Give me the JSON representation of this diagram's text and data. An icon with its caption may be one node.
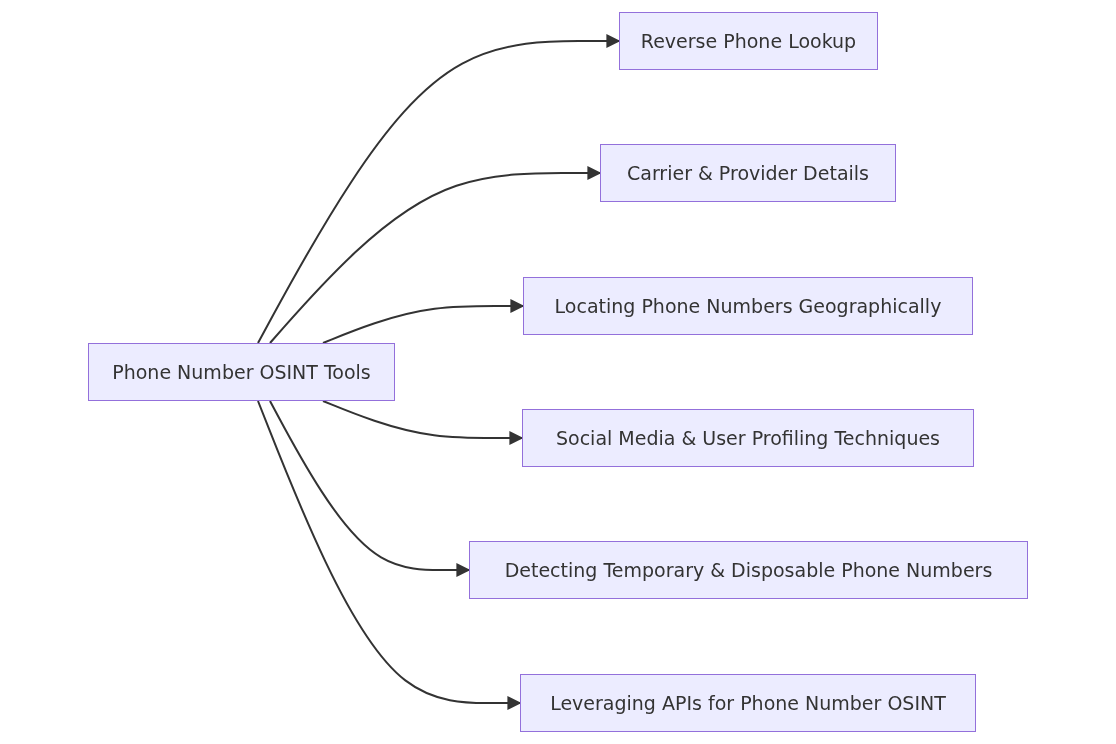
{
  "diagram": {
    "nodes": [
      {
        "text": [
          "Phone Number OSINT Tools"
        ]
      },
      {
        "text": [
          "Reverse Phone Lookup"
        ]
      },
      {
        "text": [
          "Carrier & Provider Details"
        ]
      },
      {
        "text": [
          "Locating Phone Numbers Geographically"
        ]
      },
      {
        "text": [
          "Social Media & User Profiling Techniques"
        ]
      },
      {
        "text": [
          "Detecting Temporary & Disposable Phone Numbers"
        ]
      },
      {
        "text": [
          "Leveraging APIs for Phone Number OSINT"
        ]
      }
    ],
    "edges": [
      {
        "from": 0,
        "to": 1,
        "arrow": "to"
      },
      {
        "from": 0,
        "to": 2,
        "arrow": "to"
      },
      {
        "from": 0,
        "to": 3,
        "arrow": "to"
      },
      {
        "from": 0,
        "to": 4,
        "arrow": "to"
      },
      {
        "from": 0,
        "to": 5,
        "arrow": "to"
      },
      {
        "from": 0,
        "to": 6,
        "arrow": "to"
      }
    ]
  }
}
